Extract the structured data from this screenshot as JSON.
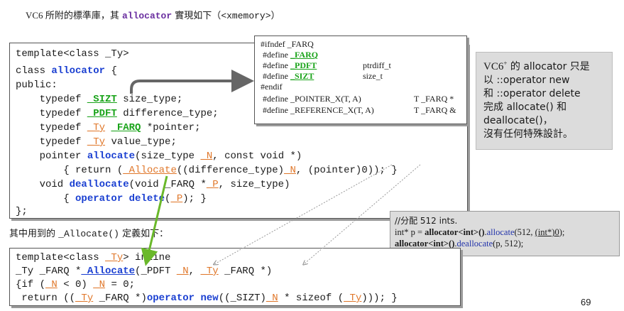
{
  "title": {
    "prefix": "VC6 ",
    "cjk1": "所附的標準庫，其 ",
    "code": "allocator",
    "cjk2": " 實現如下（",
    "header": "<xmemory>",
    "close": "）"
  },
  "code_box": {
    "line1": "template<class _Ty>",
    "line2_a": "class ",
    "line2_kw": "allocator",
    "line2_b": " {",
    "line3": "public:",
    "line4_a": "    typedef ",
    "line4_g": "_SIZT",
    "line4_b": " size_type;",
    "line5_a": "    typedef ",
    "line5_g": "_PDFT",
    "line5_b": " difference_type;",
    "line6_a": "    typedef ",
    "line6_u": "_Ty",
    "line6_b": " ",
    "line6_g": "_FARQ",
    "line6_c": " *pointer;",
    "line7_a": "    typedef ",
    "line7_u": "_Ty",
    "line7_b": " value_type;",
    "line8_a": "    pointer ",
    "line8_kw": "allocate",
    "line8_b": "(size_type ",
    "line8_u": "_N",
    "line8_c": ", const void *)",
    "line9_a": "        { return (",
    "line9_u": "_Allocate",
    "line9_b": "((difference_type)",
    "line9_u2": "_N",
    "line9_c": ", (pointer)0)); }",
    "line10_a": "    void ",
    "line10_kw": "deallocate",
    "line10_b": "(void _FARQ *",
    "line10_u": "_P",
    "line10_c": ", size_type)",
    "line11_a": "        { ",
    "line11_kw": "operator delete",
    "line11_b": "(",
    "line11_u": "_P",
    "line11_c": "); }",
    "line12": "};"
  },
  "define_box": {
    "r1": "#ifndef _FARQ",
    "r2_a": " #define ",
    "r2_g": "_FARQ",
    "r3_a": " #define ",
    "r3_g": "_PDFT",
    "r3_val": "ptrdiff_t",
    "r4_a": " #define ",
    "r4_g": "_SIZT",
    "r4_val": "size_t",
    "r5": "#endif",
    "r6": " #define _POINTER_X(T, A)",
    "r6_val": "T _FARQ *",
    "r7": " #define _REFERENCE_X(T, A)",
    "r7_val": "T _FARQ &"
  },
  "note": {
    "l1_a": "VC6",
    "l1_sup": "+",
    "l1_b": " 的 allocator 只是",
    "l2": "以 ::operator new",
    "l3": "和 ::operator delete",
    "l4": "完成 allocate() 和",
    "l5": "deallocate()，",
    "l6": "沒有任何特殊設計。"
  },
  "example": {
    "l1": "//分配 512 ints.",
    "l2_a": "int* p = ",
    "l2_b": "allocator<int>()",
    "l2_c": ".",
    "l2_d": "allocate",
    "l2_e": "(512, ",
    "l2_f": "(int*)0",
    "l2_g": ");",
    "l3_a": "allocator<int>()",
    "l3_b": ".",
    "l3_c": "deallocate",
    "l3_d": "(p, 512);"
  },
  "sub_heading": {
    "a": "其中用到的 ",
    "code": "_Allocate()",
    "b": " 定義如下："
  },
  "code_box2": {
    "l1_a": "template<class ",
    "l1_u": "_Ty",
    "l1_b": "> inline",
    "l2_a": "_Ty _FARQ *",
    "l2_kw": "_Allocate",
    "l2_b": "(_PDFT ",
    "l2_u": "_N",
    "l2_c": ", ",
    "l2_u2": "_Ty",
    "l2_d": " _FARQ *)",
    "l3_a": "{if (",
    "l3_u": "_N",
    "l3_b": " < 0) ",
    "l3_u2": "_N",
    "l3_c": " = 0;",
    "l4_a": " return ((",
    "l4_u": "_Ty",
    "l4_b": " _FARQ *)",
    "l4_kw": "operator new",
    "l4_c": "((_SIZT)",
    "l4_u2": "_N",
    "l4_d": " * sizeof (",
    "l4_u3": "_Ty",
    "l4_e": "))); }"
  },
  "page_number": "69",
  "colors": {
    "keyword": "#1a3fd1",
    "underline_id": "#e0772a",
    "macro": "#19a319",
    "note_bg": "#dcdcdc"
  }
}
